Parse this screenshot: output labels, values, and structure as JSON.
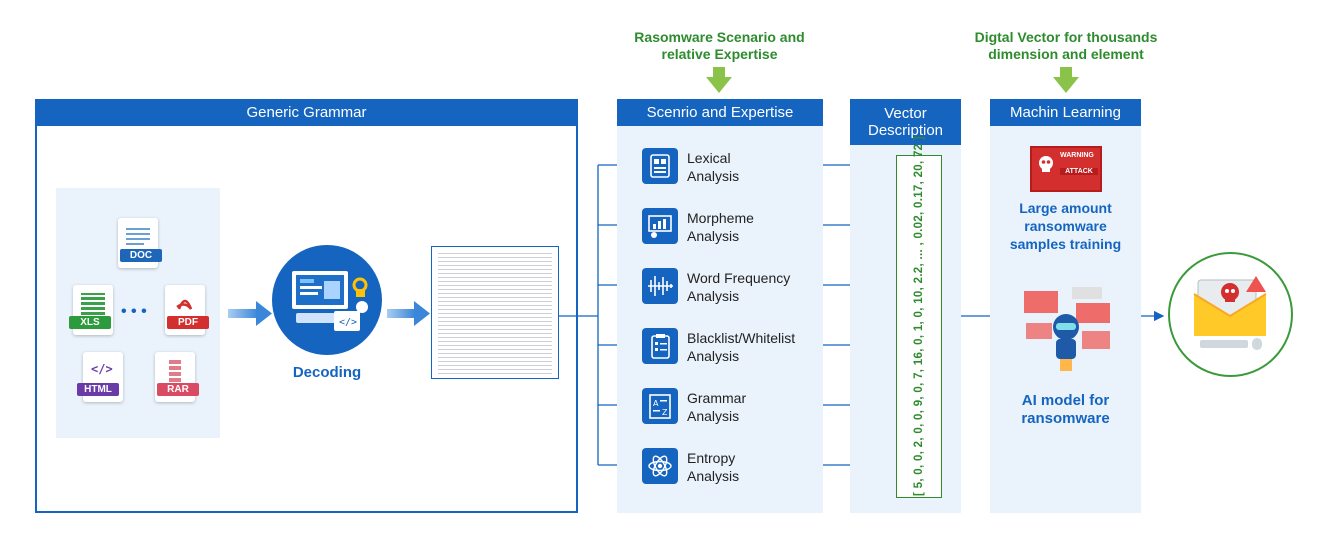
{
  "notes": {
    "scenario": "Rasomware Scenario and relative Expertise",
    "vector": "Digtal Vector for thousands dimension and element"
  },
  "panels": {
    "generic_grammar": "Generic Grammar",
    "scenario": "Scenrio and Expertise",
    "vector_desc": "Vector Description",
    "machine_learning": "Machin Learning"
  },
  "files": {
    "doc": "DOC",
    "xls": "XLS",
    "pdf": "PDF",
    "html": "HTML",
    "rar": "RAR",
    "ellipsis": "• • •"
  },
  "decoding_label": "Decoding",
  "analyses": [
    {
      "label": "Lexical Analysis",
      "icon": "lexical-icon"
    },
    {
      "label": "Morpheme Analysis",
      "icon": "morpheme-icon"
    },
    {
      "label": "Word Frequency Analysis",
      "icon": "word-frequency-icon"
    },
    {
      "label": "Blacklist/Whitelist Analysis",
      "icon": "blacklist-icon"
    },
    {
      "label": "Grammar Analysis",
      "icon": "grammar-icon"
    },
    {
      "label": "Entropy Analysis",
      "icon": "entropy-icon"
    }
  ],
  "vector_text": "[ 5, 0, 0, 2, 0, 0, 9, 0, 7, 16, 0, 1, 0, 10, 2.2, ... , 0.02, 0.17, 20, 72 ]",
  "ml": {
    "warning_title": "WARNING",
    "warning_attack": "ATTACK",
    "training_text": "Large amount ransomware samples training",
    "model_text": "AI model for ransomware"
  },
  "colors": {
    "blue": "#1565c0",
    "light_bg": "#eaf3fc",
    "green": "#2e8b2e"
  }
}
